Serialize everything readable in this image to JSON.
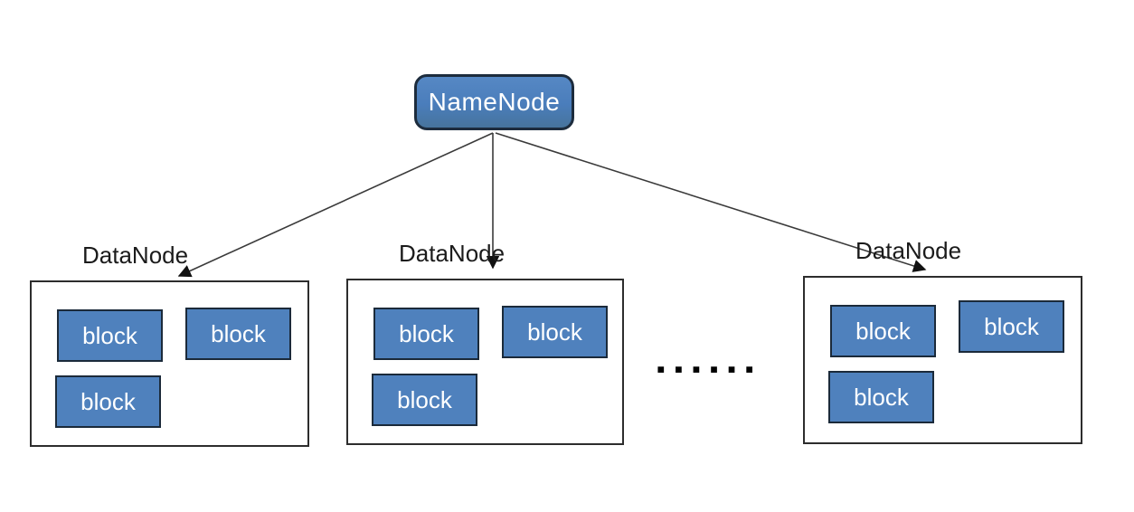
{
  "diagram": {
    "namenode": {
      "label": "NameNode"
    },
    "datanodes": [
      {
        "label": "DataNode",
        "blocks": [
          "block",
          "block",
          "block"
        ]
      },
      {
        "label": "DataNode",
        "blocks": [
          "block",
          "block",
          "block"
        ]
      },
      {
        "label": "DataNode",
        "blocks": [
          "block",
          "block",
          "block"
        ]
      }
    ],
    "ellipsis": "▪▪▪▪▪▪",
    "colors": {
      "background": "#ffffff",
      "node_fill": "#4a7dbb",
      "node_border": "#1d2c3d",
      "block_fill": "#4f81bd",
      "block_border": "#1b2a3a",
      "container_border": "#2d2d2d",
      "label_dark": "#1b1b1b",
      "text_light": "#ffffff",
      "arrow": "#3a3a3a"
    }
  }
}
